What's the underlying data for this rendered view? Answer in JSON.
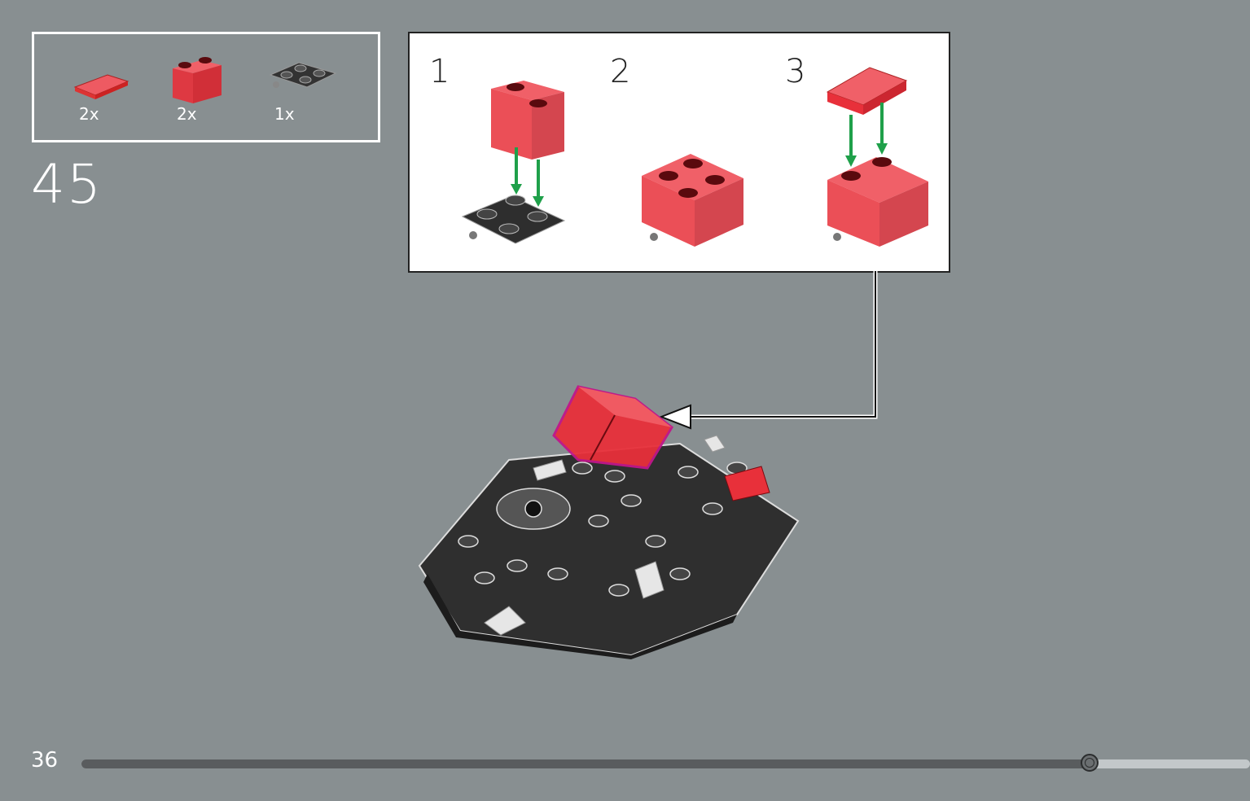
{
  "parts_list": [
    {
      "name": "tile-1x2-trans-red",
      "qty": "2x",
      "color": "#e8303a"
    },
    {
      "name": "brick-1x2-trans-red",
      "qty": "2x",
      "color": "#e8303a"
    },
    {
      "name": "plate-2x2-black",
      "qty": "1x",
      "color": "#2b2b2b"
    }
  ],
  "step_number": "45",
  "sub_steps": [
    {
      "number": "1"
    },
    {
      "number": "2"
    },
    {
      "number": "3"
    }
  ],
  "page_number": "36",
  "progress": {
    "fraction": 0.863
  },
  "colors": {
    "background": "#888f91",
    "arrow": "#1fa04a",
    "highlight": "#c0168a",
    "trans_red": "#e8303a"
  }
}
